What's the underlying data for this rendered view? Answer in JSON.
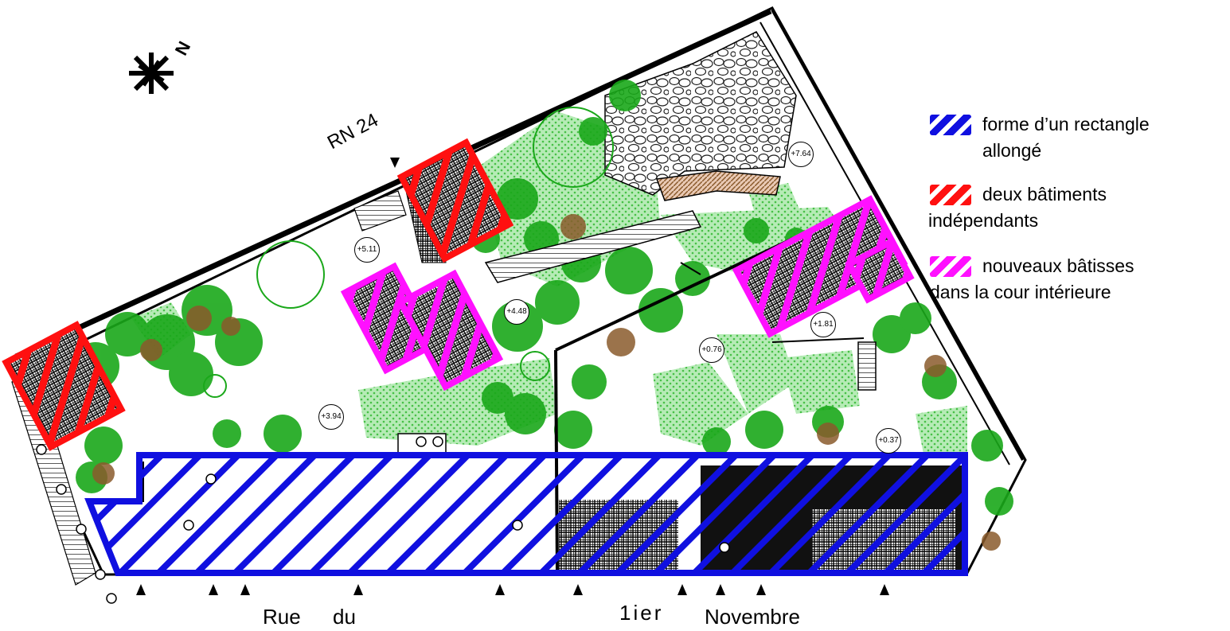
{
  "north_marker": "N",
  "road_top": "RN 24",
  "street_bottom": [
    "Rue",
    "du",
    "1ier",
    "Novembre"
  ],
  "elevations": [
    "+7.64",
    "+5.11",
    "+4.48",
    "+3.94",
    "+1.81",
    "+0.76",
    "+0.37"
  ],
  "legend": [
    {
      "color": "#1010e0",
      "lines": [
        "forme d’un rectangle",
        "allongé"
      ]
    },
    {
      "color": "#ff1010",
      "lines": [
        "deux bâtiments",
        "indépendants"
      ]
    },
    {
      "color": "#ff10ff",
      "lines": [
        "nouveaux bâtisses",
        "dans la cour intérieure"
      ]
    }
  ],
  "colors": {
    "rectangle": "#1010e0",
    "independent": "#ff1010",
    "new_buildings": "#ff10ff",
    "vegetation_dark": "#1aa81a",
    "vegetation_light": "#9ee39e",
    "trees_brown": "#8a5a2b"
  }
}
